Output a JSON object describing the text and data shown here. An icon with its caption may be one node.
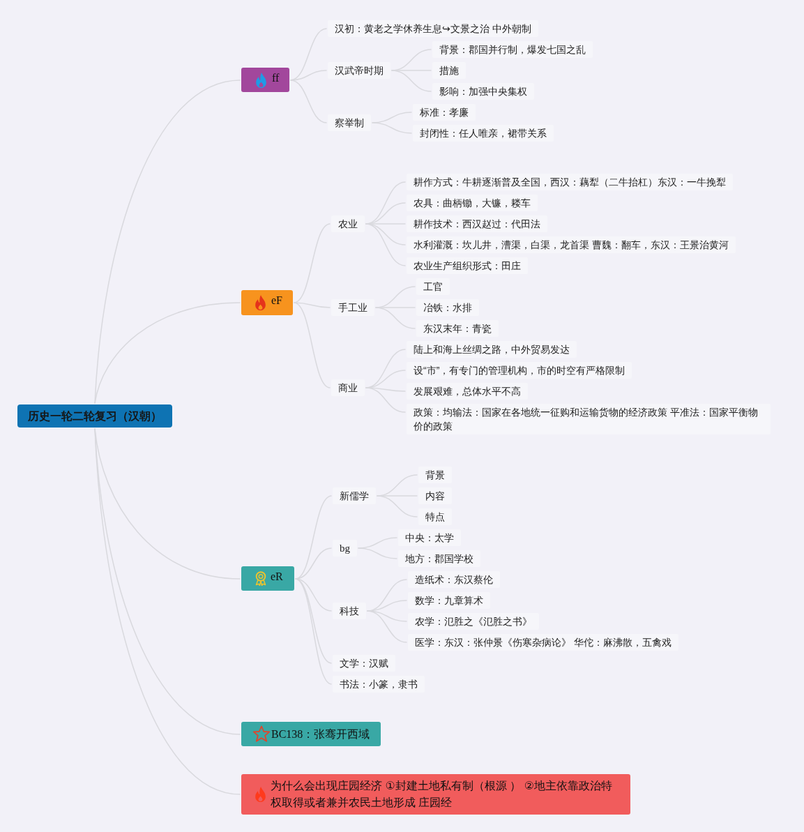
{
  "diagram": {
    "nodes": [
      {
        "text": [
          "历史一轮二轮复习（汉朝）"
        ]
      },
      {
        "text": [
          "ff"
        ]
      },
      {
        "text": [
          "汉初：黄老之学休养生息↪文景之治 中外朝制"
        ]
      },
      {
        "text": [
          "汉武帝时期"
        ]
      },
      {
        "text": [
          "背景：郡国并行制，爆发七国之乱"
        ]
      },
      {
        "text": [
          "措施"
        ]
      },
      {
        "text": [
          "影响：加强中央集权"
        ]
      },
      {
        "text": [
          "察举制"
        ]
      },
      {
        "text": [
          "标准：孝廉"
        ]
      },
      {
        "text": [
          "封闭性：任人唯亲，裙带关系"
        ]
      },
      {
        "text": [
          "eF"
        ]
      },
      {
        "text": [
          "农业"
        ]
      },
      {
        "text": [
          "耕作方式：牛耕逐渐普及全国，西汉：藕犁（二牛抬杠）东汉：一牛挽犁"
        ]
      },
      {
        "text": [
          "农具：曲柄锄，大镰，耧车"
        ]
      },
      {
        "text": [
          "耕作技术：西汉赵过：代田法"
        ]
      },
      {
        "text": [
          "水利灌溉：坎儿井，漕渠，白渠，龙首渠 曹魏：翻车，东汉：王景治黄河"
        ]
      },
      {
        "text": [
          "农业生产组织形式：田庄"
        ]
      },
      {
        "text": [
          "手工业"
        ]
      },
      {
        "text": [
          "工官"
        ]
      },
      {
        "text": [
          "冶铁：水排"
        ]
      },
      {
        "text": [
          "东汉末年：青瓷"
        ]
      },
      {
        "text": [
          "商业"
        ]
      },
      {
        "text": [
          "陆上和海上丝绸之路，中外贸易发达"
        ]
      },
      {
        "text": [
          "设“市”，有专门的管理机构，市的时空有严格限制"
        ]
      },
      {
        "text": [
          "发展艰难，总体水平不高"
        ]
      },
      {
        "text": [
          "政策：均输法：国家在各地统一征购和运输货物的经济政策 平准法：国家平衡物价的政策"
        ]
      },
      {
        "text": [
          "eR"
        ]
      },
      {
        "text": [
          "新儒学"
        ]
      },
      {
        "text": [
          "背景"
        ]
      },
      {
        "text": [
          "内容"
        ]
      },
      {
        "text": [
          "特点"
        ]
      },
      {
        "text": [
          "bg"
        ]
      },
      {
        "text": [
          "中央：太学"
        ]
      },
      {
        "text": [
          "地方：郡国学校"
        ]
      },
      {
        "text": [
          "科技"
        ]
      },
      {
        "text": [
          "造纸术：东汉蔡伦"
        ]
      },
      {
        "text": [
          "数学：九章算术"
        ]
      },
      {
        "text": [
          "农学：氾胜之《氾胜之书》"
        ]
      },
      {
        "text": [
          "医学：东汉：张仲景《伤寒杂病论》 华佗：麻沸散，五禽戏"
        ]
      },
      {
        "text": [
          "文学：汉赋"
        ]
      },
      {
        "text": [
          "书法：小篆，隶书"
        ]
      },
      {
        "text": [
          "BC138：张骞开西域"
        ]
      },
      {
        "text": [
          "为什么会出现庄园经济 ①封建土地私有制（根源 ） ②地主依靠政治特权取得或者兼并农民土地形成 庄园经"
        ]
      }
    ],
    "edges": [
      {
        "from": 0,
        "to": 1,
        "arrow": "none"
      },
      {
        "from": 1,
        "to": 2,
        "arrow": "none"
      },
      {
        "from": 1,
        "to": 3,
        "arrow": "none"
      },
      {
        "from": 3,
        "to": 4,
        "arrow": "none"
      },
      {
        "from": 3,
        "to": 5,
        "arrow": "none"
      },
      {
        "from": 3,
        "to": 6,
        "arrow": "none"
      },
      {
        "from": 1,
        "to": 7,
        "arrow": "none"
      },
      {
        "from": 7,
        "to": 8,
        "arrow": "none"
      },
      {
        "from": 7,
        "to": 9,
        "arrow": "none"
      },
      {
        "from": 0,
        "to": 10,
        "arrow": "none"
      },
      {
        "from": 10,
        "to": 11,
        "arrow": "none"
      },
      {
        "from": 11,
        "to": 12,
        "arrow": "none"
      },
      {
        "from": 11,
        "to": 13,
        "arrow": "none"
      },
      {
        "from": 11,
        "to": 14,
        "arrow": "none"
      },
      {
        "from": 11,
        "to": 15,
        "arrow": "none"
      },
      {
        "from": 11,
        "to": 16,
        "arrow": "none"
      },
      {
        "from": 10,
        "to": 17,
        "arrow": "none"
      },
      {
        "from": 17,
        "to": 18,
        "arrow": "none"
      },
      {
        "from": 17,
        "to": 19,
        "arrow": "none"
      },
      {
        "from": 17,
        "to": 20,
        "arrow": "none"
      },
      {
        "from": 10,
        "to": 21,
        "arrow": "none"
      },
      {
        "from": 21,
        "to": 22,
        "arrow": "none"
      },
      {
        "from": 21,
        "to": 23,
        "arrow": "none"
      },
      {
        "from": 21,
        "to": 24,
        "arrow": "none"
      },
      {
        "from": 21,
        "to": 25,
        "arrow": "none"
      },
      {
        "from": 0,
        "to": 26,
        "arrow": "none"
      },
      {
        "from": 26,
        "to": 27,
        "arrow": "none"
      },
      {
        "from": 27,
        "to": 28,
        "arrow": "none"
      },
      {
        "from": 27,
        "to": 29,
        "arrow": "none"
      },
      {
        "from": 27,
        "to": 30,
        "arrow": "none"
      },
      {
        "from": 26,
        "to": 31,
        "arrow": "none"
      },
      {
        "from": 31,
        "to": 32,
        "arrow": "none"
      },
      {
        "from": 31,
        "to": 33,
        "arrow": "none"
      },
      {
        "from": 26,
        "to": 34,
        "arrow": "none"
      },
      {
        "from": 34,
        "to": 35,
        "arrow": "none"
      },
      {
        "from": 34,
        "to": 36,
        "arrow": "none"
      },
      {
        "from": 34,
        "to": 37,
        "arrow": "none"
      },
      {
        "from": 34,
        "to": 38,
        "arrow": "none"
      },
      {
        "from": 26,
        "to": 39,
        "arrow": "none"
      },
      {
        "from": 26,
        "to": 40,
        "arrow": "none"
      },
      {
        "from": 0,
        "to": 41,
        "arrow": "none"
      },
      {
        "from": 0,
        "to": 42,
        "arrow": "none"
      }
    ]
  }
}
